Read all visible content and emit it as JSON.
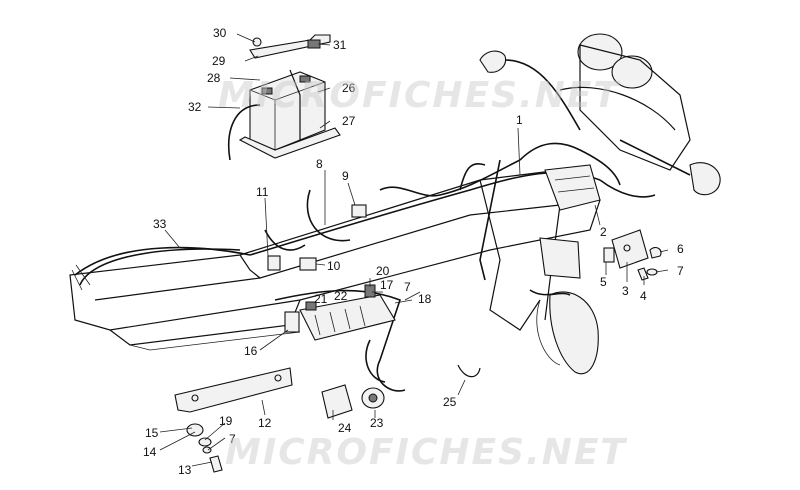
{
  "watermarks": [
    "MICROFICHES.NET",
    "MICROFICHES.NET"
  ],
  "callouts": [
    {
      "id": "1",
      "label": "1"
    },
    {
      "id": "2",
      "label": "2"
    },
    {
      "id": "3",
      "label": "3"
    },
    {
      "id": "4",
      "label": "4"
    },
    {
      "id": "5",
      "label": "5"
    },
    {
      "id": "6",
      "label": "6"
    },
    {
      "id": "7a",
      "label": "7"
    },
    {
      "id": "7b",
      "label": "7"
    },
    {
      "id": "7c",
      "label": "7"
    },
    {
      "id": "8",
      "label": "8"
    },
    {
      "id": "9",
      "label": "9"
    },
    {
      "id": "10",
      "label": "10"
    },
    {
      "id": "11",
      "label": "11"
    },
    {
      "id": "12",
      "label": "12"
    },
    {
      "id": "13",
      "label": "13"
    },
    {
      "id": "14",
      "label": "14"
    },
    {
      "id": "15",
      "label": "15"
    },
    {
      "id": "16",
      "label": "16"
    },
    {
      "id": "17",
      "label": "17"
    },
    {
      "id": "18",
      "label": "18"
    },
    {
      "id": "19",
      "label": "19"
    },
    {
      "id": "20",
      "label": "20"
    },
    {
      "id": "21",
      "label": "21"
    },
    {
      "id": "22",
      "label": "22"
    },
    {
      "id": "23",
      "label": "23"
    },
    {
      "id": "24",
      "label": "24"
    },
    {
      "id": "25",
      "label": "25"
    },
    {
      "id": "26",
      "label": "26"
    },
    {
      "id": "27",
      "label": "27"
    },
    {
      "id": "28",
      "label": "28"
    },
    {
      "id": "29",
      "label": "29"
    },
    {
      "id": "30",
      "label": "30"
    },
    {
      "id": "31",
      "label": "31"
    },
    {
      "id": "32",
      "label": "32"
    },
    {
      "id": "33",
      "label": "33"
    }
  ]
}
